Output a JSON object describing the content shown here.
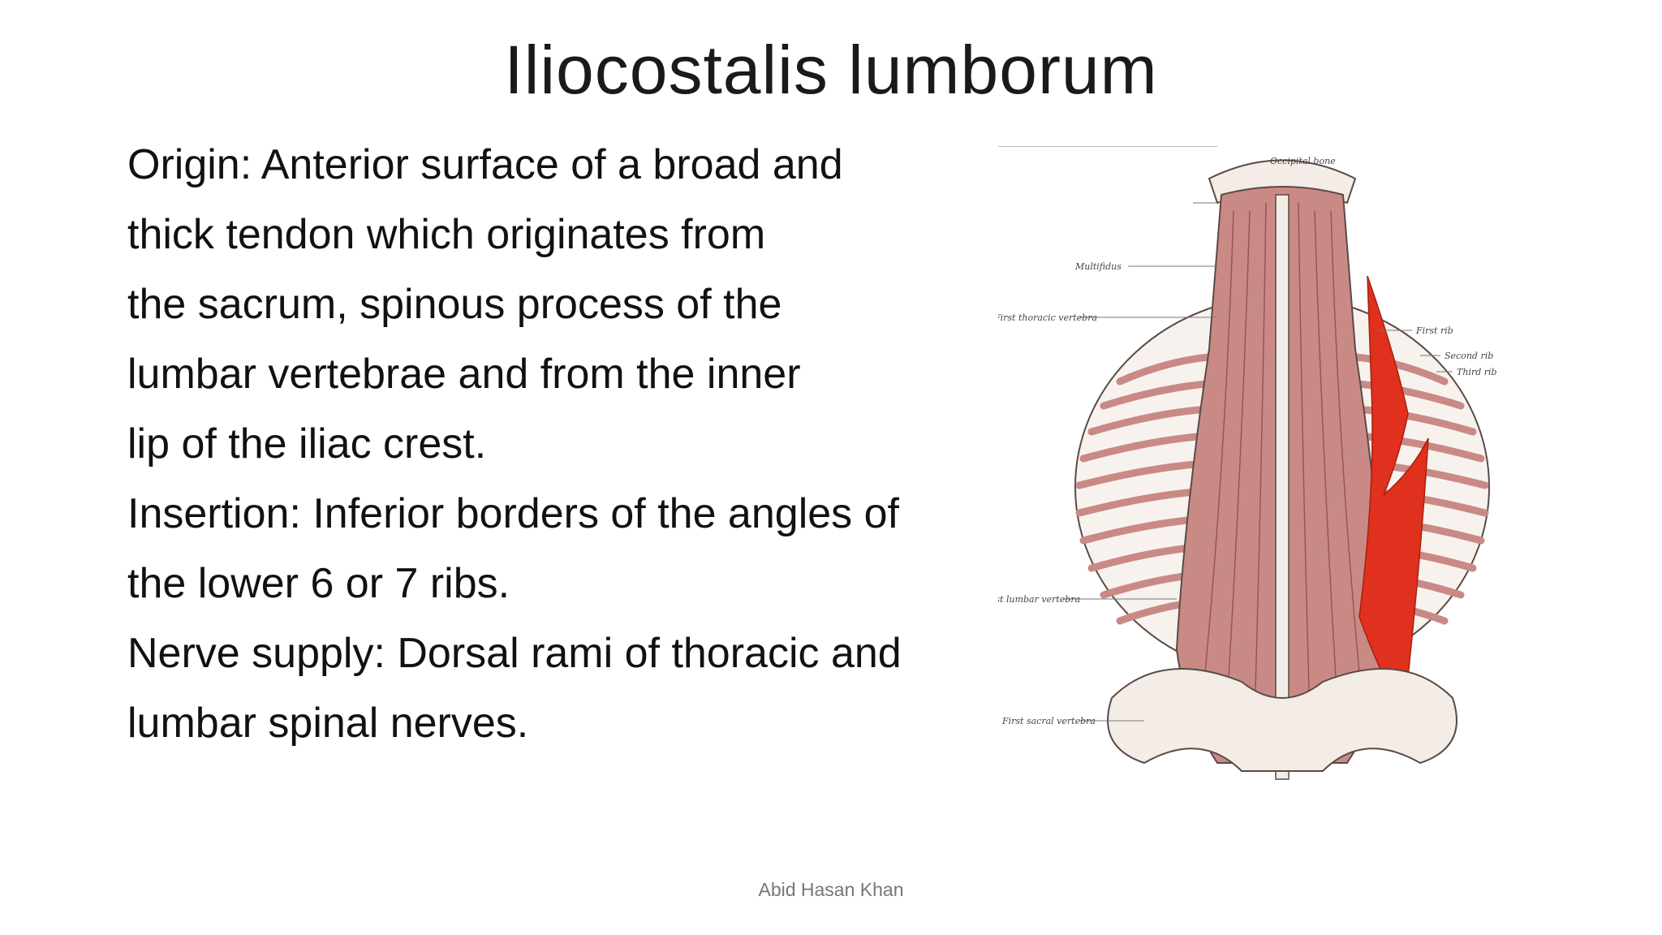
{
  "slide": {
    "title": "Iliocostalis lumborum",
    "lines": [
      "Origin: Anterior surface of a broad and",
      "thick tendon which originates from",
      "the sacrum, spinous process of the",
      "lumbar vertebrae and from the inner",
      "lip of the iliac crest.",
      "Insertion: Inferior borders of the angles of",
      "the lower 6 or 7 ribs.",
      "Nerve supply: Dorsal rami of thoracic and",
      "lumbar spinal nerves."
    ],
    "footer": "Abid Hasan Khan"
  },
  "figure": {
    "labels": {
      "occipital_bone": "Occipital bone",
      "multifidus": "Multifidus",
      "first_thoracic": "First thoracic vertebra",
      "first_rib": "First rib",
      "second_rib": "Second rib",
      "third_rib": "Third rib",
      "first_lumbar": "First lumbar vertebra",
      "first_sacral": "First sacral vertebra"
    },
    "colors": {
      "muscle": "#c98a86",
      "muscle_dark": "#9a5452",
      "highlight": "#e0301e",
      "bone": "#f4ece6",
      "outline": "#5a4a46"
    }
  }
}
